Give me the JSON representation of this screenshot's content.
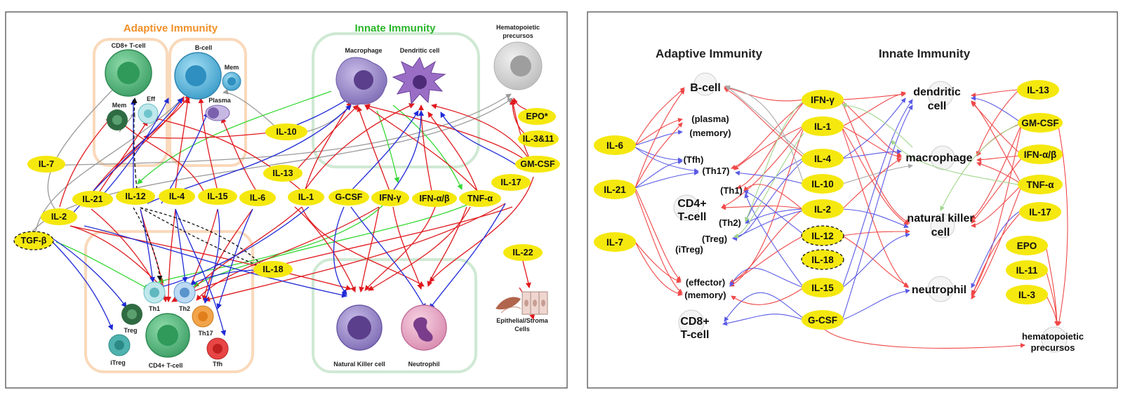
{
  "colors": {
    "pill": "#f5e80f",
    "adaptive_heading": "#f0902a",
    "innate_heading": "#2ab52a",
    "arrow_red": "#e0191e",
    "arrow_blue": "#1f2ad6",
    "arrow_green": "#36d836",
    "arrow_gray": "#999999"
  },
  "left": {
    "adaptive_heading": "Adaptive Immunity",
    "innate_heading": "Innate Immunity",
    "cells": {
      "cd8": "CD8+ T-cell",
      "bcell": "B-cell",
      "mem1": "Mem",
      "mem2": "Mem",
      "eff": "Eff",
      "plasma": "Plasma",
      "macrophage": "Macrophage",
      "dendritic": "Dendritic cell",
      "hemato": "Hematopoietic precursos",
      "th1": "Th1",
      "th2": "Th2",
      "th17": "Th17",
      "treg": "Treg",
      "itreg": "iTreg",
      "tfh": "Tfh",
      "cd4": "CD4+ T-cell",
      "nk": "Natural Killer cell",
      "neutrophil": "Neutrophil",
      "epithelial": "Epithelial/Stroma Cells"
    },
    "pills": {
      "il10": "IL-10",
      "epo": "EPO*",
      "il3_11": "IL-3&11",
      "il7": "IL-7",
      "gmcsf": "GM-CSF",
      "il13": "IL-13",
      "il17": "IL-17",
      "il21": "IL-21",
      "il12": "IL-12",
      "il4": "IL-4",
      "il15": "IL-15",
      "il6": "IL-6",
      "il1": "IL-1",
      "gcsf": "G-CSF",
      "ifng": "IFN-γ",
      "ifnab": "IFN-α/β",
      "tnfa": "TNF-α",
      "il2": "IL-2",
      "tgfb": "TGF-β",
      "il18": "IL-18",
      "il22": "IL-22"
    }
  },
  "right": {
    "adaptive_heading": "Adaptive Immunity",
    "innate_heading": "Innate Immunity",
    "labels": {
      "bcell": "B-cell",
      "plasma": "(plasma)",
      "memory": "(memory)",
      "tfh": "(Tfh)",
      "th17": "(Th17)",
      "th1": "(Th1)",
      "cd4": "CD4+",
      "tcell": "T-cell",
      "th2": "(Th2)",
      "treg": "(Treg)",
      "itreg": "(iTreg)",
      "effector": "(effector)",
      "memory2": "(memory)",
      "cd8": "CD8+",
      "tcell2": "T-cell",
      "dendritic1": "dendritic",
      "dendritic2": "cell",
      "macrophage": "macrophage",
      "nk1": "natural killer",
      "nk2": "cell",
      "neutrophil": "neutrophil",
      "hemato1": "hematopoietic",
      "hemato2": "precursos"
    },
    "pills": {
      "il6": "IL-6",
      "il21": "IL-21",
      "il7": "IL-7",
      "ifng": "IFN-γ",
      "il1": "IL-1",
      "il4": "IL-4",
      "il10": "IL-10",
      "il2": "IL-2",
      "il12": "IL-12",
      "il18": "IL-18",
      "il15": "IL-15",
      "gcsf": "G-CSF",
      "il13": "IL-13",
      "gmcsf": "GM-CSF",
      "ifnab": "IFN-α/β",
      "tnfa": "TNF-α",
      "il17": "IL-17",
      "epo": "EPO",
      "il11": "IL-11",
      "il3": "IL-3"
    }
  }
}
